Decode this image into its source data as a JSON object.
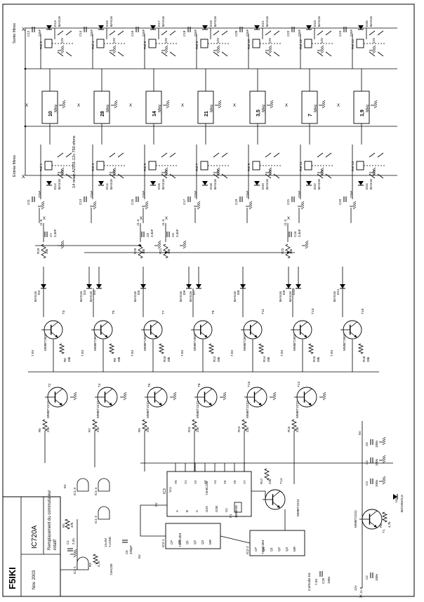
{
  "title_block": {
    "author": "F5IKI",
    "project": "IC720A",
    "description_line1": "Remplacement du commutateur",
    "description_line2": "rotatif",
    "date": "Nov. 2003"
  },
  "bus_labels": {
    "sortie": "Sortie filtres",
    "entree": "Entrée filtres",
    "relay_note": "14 relais AZ831-12v 750 ohms"
  },
  "filter_stages": [
    {
      "band": "10",
      "unit": "MHz",
      "cap_top": "C12",
      "cap_bot": "C11",
      "diode_top": "D13",
      "diode_bot": "D12",
      "relay_top": "Rel 2",
      "relay_bot": "Rel 1"
    },
    {
      "band": "28",
      "unit": "MHz",
      "cap_top": "C14",
      "cap_bot": "C13",
      "diode_top": "D15",
      "diode_bot": "D14",
      "relay_top": "Rel 4",
      "relay_bot": "Rel 3"
    },
    {
      "band": "14",
      "unit": "MHz",
      "cap_top": "C16",
      "cap_bot": "C15",
      "diode_top": "D17",
      "diode_bot": "D16",
      "relay_top": "Rel 6",
      "relay_bot": "Rel 5"
    },
    {
      "band": "21",
      "unit": "MHz",
      "cap_top": "C18",
      "cap_bot": "C17",
      "diode_top": "D19",
      "diode_bot": "D18",
      "relay_top": "Rel 8",
      "relay_bot": "Rel 7"
    },
    {
      "band": "3,5",
      "unit": "MHz",
      "cap_top": "C20",
      "cap_bot": "C19",
      "diode_top": "D21",
      "diode_bot": "D20",
      "relay_top": "Rel 10",
      "relay_bot": "Rel 9"
    },
    {
      "band": "7",
      "unit": "MHz",
      "cap_top": "C22",
      "cap_bot": "C21",
      "diode_top": "D23",
      "diode_bot": "D22",
      "relay_top": "Rel 12",
      "relay_bot": "Rel 11"
    },
    {
      "band": "1,9",
      "unit": "MHz",
      "cap_top": "C24",
      "cap_bot": "C23",
      "diode_top": "D25",
      "diode_bot": "D24",
      "relay_top": "Rel 14",
      "relay_bot": "Rel 13"
    }
  ],
  "common": {
    "cap_value": "22nF",
    "diode_type": "BAS16",
    "supply": "12V",
    "v75": "7.5V",
    "v5": "5V",
    "gnd": "0V"
  },
  "driver_stages": [
    {
      "pnp": "T3",
      "npn": "T2",
      "rb": "R6",
      "rb_val": "39k",
      "re": "R5",
      "re_val": "22k",
      "diodes": [
        "D2"
      ]
    },
    {
      "pnp": "T5",
      "npn": "T4",
      "rb": "R8",
      "rb_val": "39k",
      "re": "R7",
      "re_val": "22k",
      "diodes": [
        "D3",
        "D4"
      ]
    },
    {
      "pnp": "T7",
      "npn": "T6",
      "rb": "R10",
      "rb_val": "39k",
      "re": "R9",
      "re_val": "22k",
      "diodes": [
        "D5"
      ]
    },
    {
      "pnp": "T9",
      "npn": "T8",
      "rb": "R12",
      "rb_val": "39k",
      "re": "R11",
      "re_val": "22k",
      "diodes": [
        "D6",
        "D7"
      ]
    },
    {
      "pnp": "T11",
      "npn": "T10",
      "rb": "R14",
      "rb_val": "39k",
      "re": "R13",
      "re_val": "22k",
      "diodes": [
        "D8"
      ]
    },
    {
      "pnp": "T13",
      "npn": "T12",
      "rb": "R16",
      "rb_val": "39k",
      "re": "R15",
      "re_val": "22k",
      "diodes": [
        "D9",
        "D10"
      ]
    },
    {
      "pnp": "T15",
      "npn": "",
      "rb": "R18",
      "rb_val": "39k",
      "re": "",
      "re_val": "",
      "diodes": [
        "D11"
      ]
    }
  ],
  "transistor_types": {
    "pnp": "MMBT2907",
    "npn": "MMBT2222"
  },
  "rc_nets": [
    {
      "r": "R19",
      "r_val": "10k",
      "c": "C7",
      "c_val": "3,3nF",
      "jack": "J1-5"
    },
    {
      "r": "R20",
      "r_val": "10k",
      "c": "C8",
      "c_val": "3,3nF",
      "jack": "J1-4"
    },
    {
      "r": "R21",
      "r_val": "10k",
      "c": "C9",
      "c_val": "3,3nF",
      "jack": "J1-3"
    },
    {
      "r": "R22",
      "r_val": "10k",
      "c": "C10",
      "c_val": "3,3nF",
      "jack": "J1-2"
    }
  ],
  "logic": {
    "ic3_name": "IC3",
    "ic3_type": "74HC238",
    "ic3_pins_left": [
      "A",
      "B",
      "C",
      "G2A",
      "G2B",
      "G1",
      "GND"
    ],
    "ic3_pins_right": [
      "Y0",
      "Y1",
      "Y2",
      "Y3",
      "Y4",
      "Y5",
      "Y6",
      "Y7"
    ],
    "ic3_vcc": "Vcc",
    "ic2_1": "IC2-1",
    "ic2_2": "IC2-2",
    "ic2_type": "74HC393",
    "counter_pins": [
      "CP",
      "Q0",
      "Q1",
      "Q2",
      "Q3",
      "MR",
      "E",
      "Vcc",
      "GND"
    ],
    "ic1": [
      "IC1-1",
      "IC1-2",
      "IC1-3",
      "IC1-4"
    ],
    "ic1_type": "74HC00",
    "t14": "T14",
    "r17": "R17",
    "r17_val": "22k",
    "p1": "P1",
    "p1_val": "100k",
    "c6": "C6",
    "c6_val": "330pF",
    "r3": "R3",
    "r3_val": "4,7k",
    "note_14": "14=5V",
    "note_7": "7=GND"
  },
  "input_section": {
    "label": "Impulsions",
    "jack": "J1-7",
    "r1": "R1",
    "r1_val": "15k",
    "r2": "R2",
    "r2_val": "47k",
    "c1": "C1",
    "c1_val": "2,2n"
  },
  "supply_section": {
    "t1": "T1",
    "u1": "U1",
    "u1_type": "BZV55C5,6",
    "r4": "R4",
    "r4_val": "4,7k",
    "c2": "C2",
    "c3": "C3",
    "c4": "C4",
    "c5": "C5",
    "c_val": "100n",
    "cathode_label": "Cathode D3",
    "c25": "C25",
    "jack12": "J1-8",
    "v12": "12v"
  }
}
